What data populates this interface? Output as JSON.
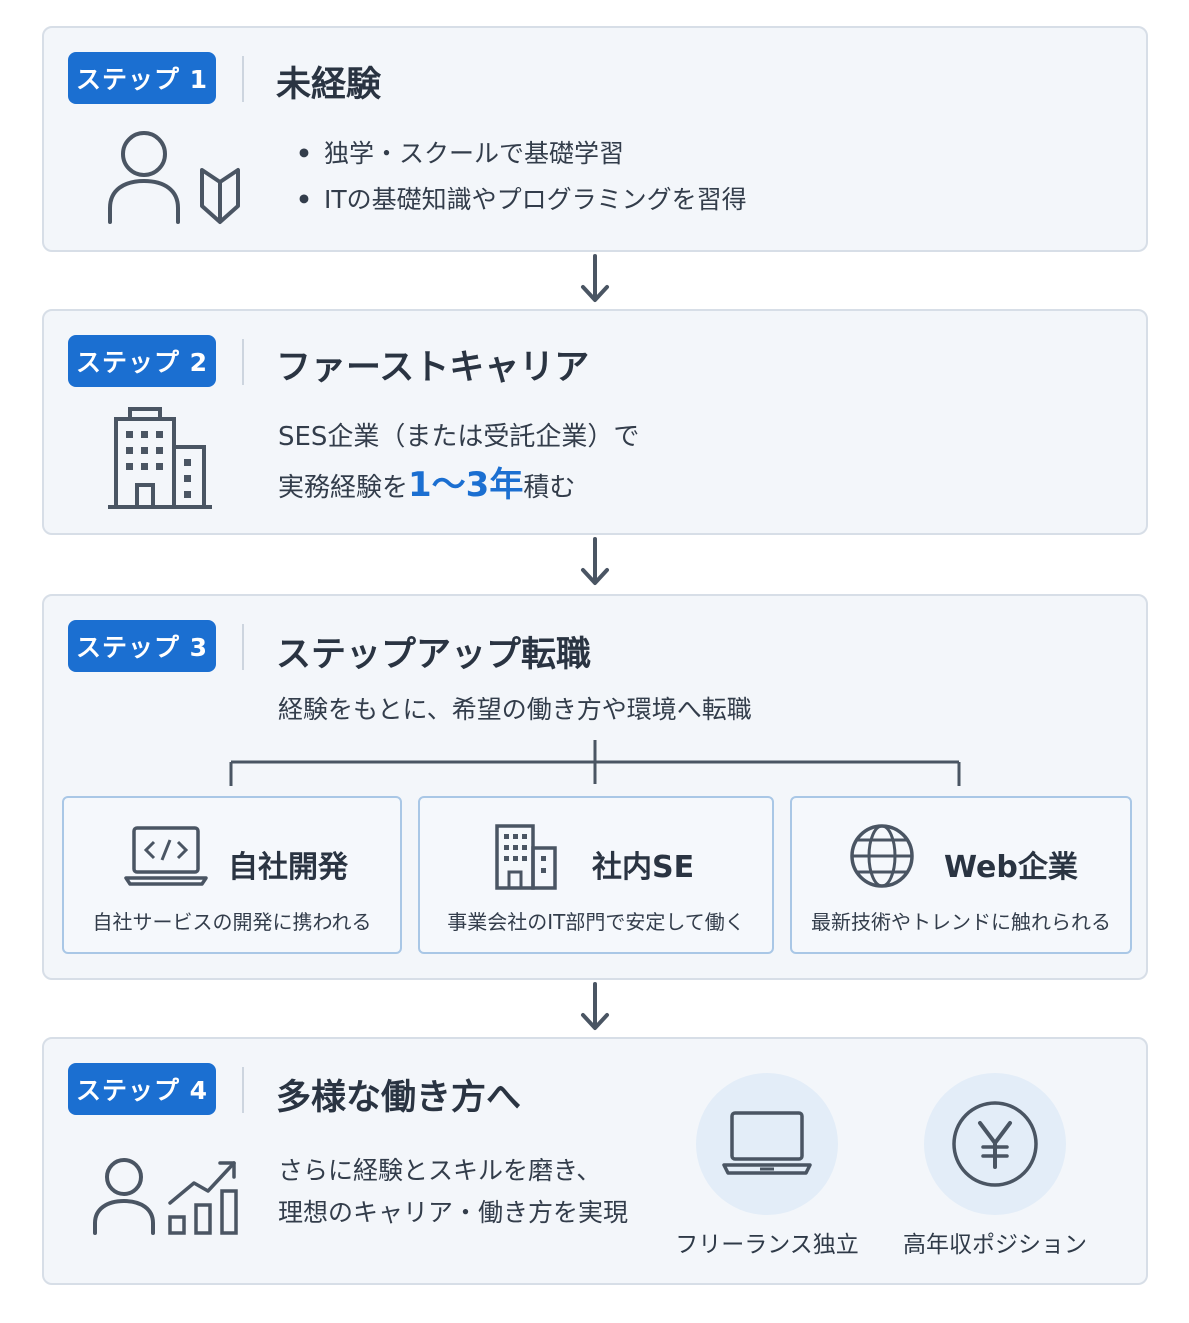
{
  "steps": [
    {
      "badge": "ステップ 1",
      "title": "未経験",
      "bullets": [
        "独学・スクールで基礎学習",
        "ITの基礎知識やプログラミングを習得"
      ]
    },
    {
      "badge": "ステップ 2",
      "title": "ファーストキャリア",
      "line1": "SES企業（または受託企業）で",
      "line2_prefix": "実務経験を",
      "line2_accent": "1〜3年",
      "line2_suffix": "積む"
    },
    {
      "badge": "ステップ 3",
      "title": "ステップアップ転職",
      "desc": "経験をもとに、希望の働き方や環境へ転職",
      "options": [
        {
          "title": "自社開発",
          "desc": "自社サービスの開発に携われる",
          "icon": "laptop-code-icon"
        },
        {
          "title": "社内SE",
          "desc": "事業会社のIT部門で安定して働く",
          "icon": "building-icon"
        },
        {
          "title": "Web企業",
          "desc": "最新技術やトレンドに触れられる",
          "icon": "globe-icon"
        }
      ]
    },
    {
      "badge": "ステップ 4",
      "title": "多様な働き方へ",
      "line1": "さらに経験とスキルを磨き、",
      "line2": "理想のキャリア・働き方を実現",
      "goals": [
        {
          "label": "フリーランス独立",
          "icon": "laptop-icon"
        },
        {
          "label": "高年収ポジション",
          "icon": "yen-icon"
        }
      ]
    }
  ],
  "colors": {
    "accent": "#1b6fd1",
    "icon": "#4a5563",
    "card_bg": "#f3f6fa",
    "card_border": "#d7dee7",
    "sub_border": "#a9c7e6"
  }
}
